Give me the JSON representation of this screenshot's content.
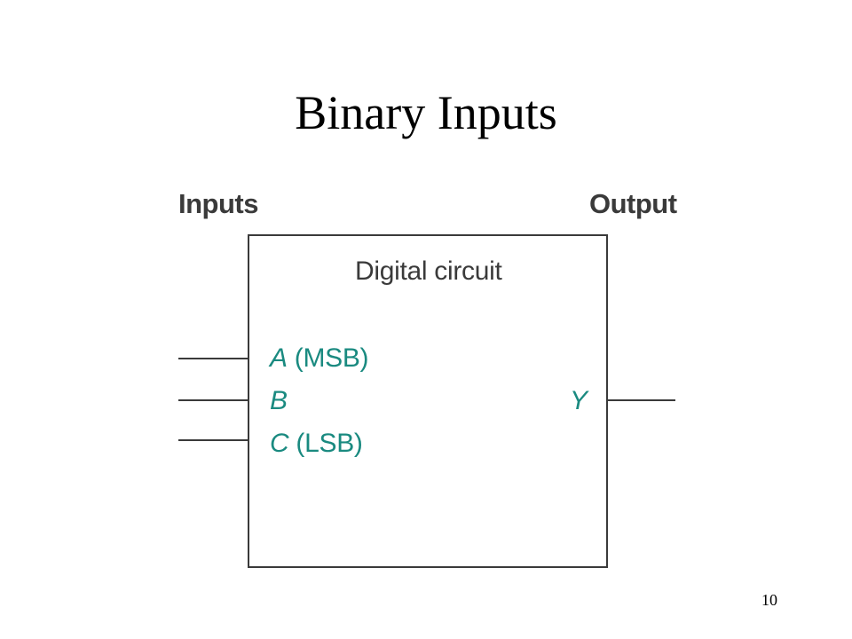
{
  "slide": {
    "title": "Binary Inputs",
    "page_number": "10"
  },
  "diagram": {
    "inputs_heading": "Inputs",
    "output_heading": "Output",
    "circuit_label": "Digital circuit",
    "signals": {
      "a": {
        "name": "A",
        "note": " (MSB)"
      },
      "b": {
        "name": "B",
        "note": ""
      },
      "c": {
        "name": "C",
        "note": " (LSB)"
      },
      "y": {
        "name": "Y",
        "note": ""
      }
    }
  },
  "colors": {
    "signal_text": "#1a8a80",
    "diagram_lines": "#3a3a3a"
  }
}
